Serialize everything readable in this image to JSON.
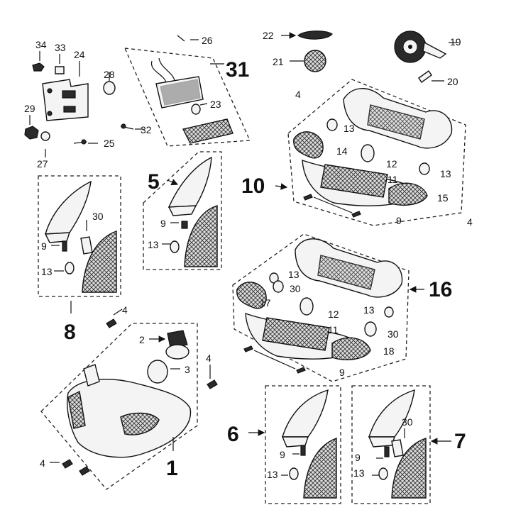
{
  "diagram": {
    "callouts": {
      "c1": "1",
      "c2": "2",
      "c3": "3",
      "c4": "4",
      "c5": "5",
      "c6": "6",
      "c7": "7",
      "c8": "8",
      "c9": "9",
      "c10": "10",
      "c11": "11",
      "c12": "12",
      "c13": "13",
      "c14": "14",
      "c15": "15",
      "c16": "16",
      "c17": "17",
      "c18": "18",
      "c19": "19",
      "c20": "20",
      "c21": "21",
      "c22": "22",
      "c23": "23",
      "c24": "24",
      "c25": "25",
      "c26": "26",
      "c27": "27",
      "c28": "28",
      "c29": "29",
      "c30": "30",
      "c31": "31",
      "c32": "32",
      "c33": "33",
      "c34": "34"
    }
  }
}
